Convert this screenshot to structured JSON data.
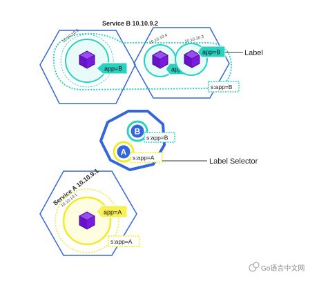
{
  "diagram": {
    "service_b": {
      "title": "Service B 10.10.9.2",
      "nodes": [
        {
          "ip": "10.10.10.2",
          "pod_label": "app=B"
        },
        {
          "ip": "10.10.10.4",
          "pod_label": "app=B"
        },
        {
          "ip": "10.10.10.3",
          "pod_label": "app=B"
        }
      ],
      "selector": "s:app=B"
    },
    "label_callout": "Label",
    "selector_group": {
      "badge_b": "B",
      "badge_a": "A",
      "selector_b": "s:app=B",
      "selector_a": "s:app=A"
    },
    "label_selector_callout": "Label Selector",
    "service_a": {
      "title": "Service A 10.10.9.1",
      "node_ip": "10.10.10.1",
      "pod_label": "app=A",
      "selector": "s:app=A"
    },
    "watermark": "Go语言中文网",
    "colors": {
      "hex_stroke": "#3366d6",
      "service_b_ring": "#2ad1c0",
      "service_a_ring": "#f0ea2a",
      "pod_purple": "#7a1be0",
      "label_b_fill": "#2ad1c0",
      "label_a_fill": "#f6ef56"
    }
  }
}
